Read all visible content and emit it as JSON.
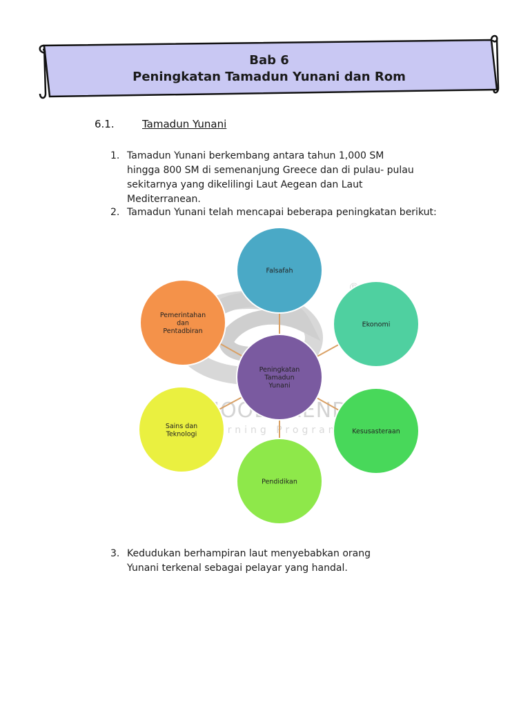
{
  "header": {
    "chapter": "Bab 6",
    "title": "Peningkatan Tamadun Yunani dan Rom"
  },
  "section": {
    "number": "6.1.",
    "title": "Tamadun Yunani"
  },
  "items": [
    {
      "number": "1.",
      "lines": [
        "Tamadun Yunani berkembang antara tahun 1,000 SM",
        "hingga 800 SM di semenanjung Greece dan di pulau- pulau",
        "sekitarnya yang dikelilingi Laut Aegean dan Laut",
        "Mediterranean."
      ]
    },
    {
      "number": "2.",
      "lines": [
        "Tamadun Yunani telah mencapai beberapa peningkatan berikut:"
      ]
    },
    {
      "number": "3.",
      "lines": [
        "Kedudukan berhampiran laut menyebabkan orang",
        "Yunani terkenal sebagai pelayar yang handal."
      ]
    }
  ],
  "diagram": {
    "center": {
      "lines": [
        "Peningkatan",
        "Tamadun",
        "Yunani"
      ],
      "color": "#7a5aa0"
    },
    "nodes": [
      {
        "lines": [
          "Falsafah"
        ],
        "color": "#4aa9c6"
      },
      {
        "lines": [
          "Ekonomi"
        ],
        "color": "#4fd0a0"
      },
      {
        "lines": [
          "Kesusasteraan"
        ],
        "color": "#48d85a"
      },
      {
        "lines": [
          "Pendidikan"
        ],
        "color": "#8ee84a"
      },
      {
        "lines": [
          "Sains dan",
          "Teknologi"
        ],
        "color": "#eaf040"
      },
      {
        "lines": [
          "Pemerintahan",
          "dan",
          "Pentadbiran"
        ],
        "color": "#f4924a"
      }
    ],
    "connector_color": "#d9a064"
  },
  "watermark": {
    "brand": "VSCHOOL TREND",
    "tagline": "Learning Program",
    "mark": "®"
  }
}
